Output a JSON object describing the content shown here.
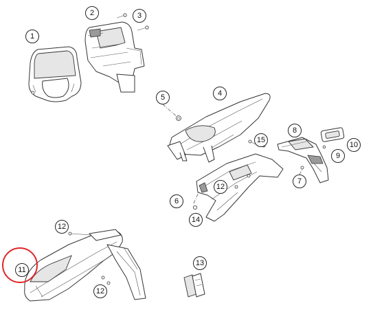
{
  "callouts": {
    "c1": "1",
    "c2": "2",
    "c3": "3",
    "c4": "4",
    "c5": "5",
    "c6": "6",
    "c7": "7",
    "c8": "8",
    "c9": "9",
    "c10": "10",
    "c11": "11",
    "c12a": "12",
    "c12b": "12",
    "c12c": "12",
    "c13": "13",
    "c14": "14",
    "c15": "15"
  },
  "highlight": {
    "target_callout": "11",
    "color": "#e0262b"
  },
  "colors": {
    "line": "#333333",
    "background": "#ffffff"
  }
}
